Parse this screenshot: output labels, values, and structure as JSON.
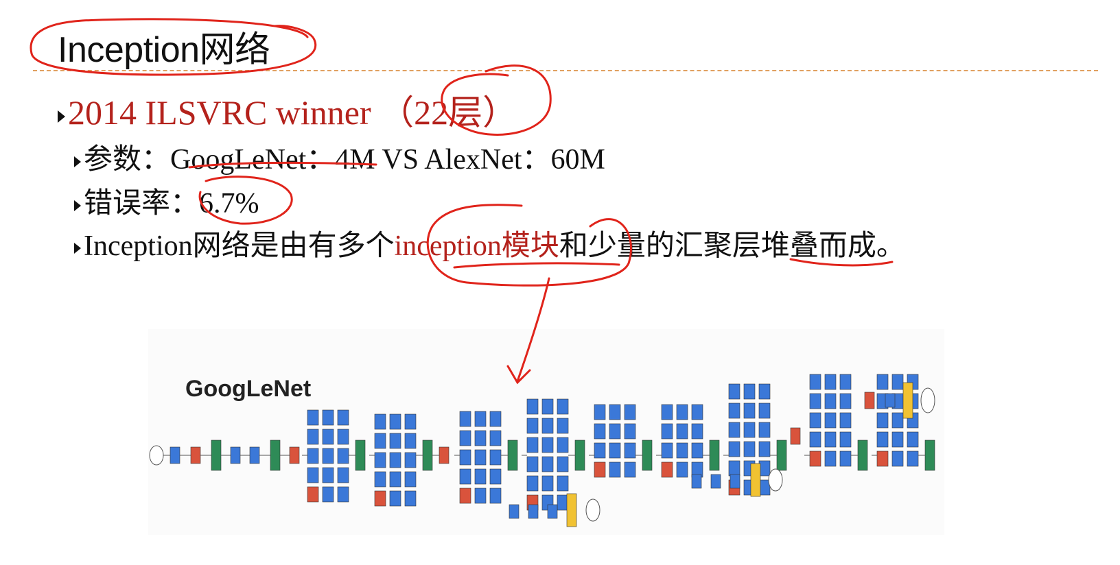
{
  "slide": {
    "title": "Inception网络"
  },
  "bullets": {
    "winner": {
      "main": "2014 ILSVRC winner ",
      "layers": "（22层）"
    },
    "params": {
      "label": "参数：",
      "googlenet": "GoogLeNet：",
      "rest": "4M VS AlexNet：60M"
    },
    "error": {
      "label": "错误率：",
      "value": "6.7%"
    },
    "composition": {
      "before": "Inception网络是由有多个",
      "highlight": "inception模块",
      "after": "和少量的汇聚层堆叠而成。"
    }
  },
  "diagram": {
    "label": "GoogLeNet"
  },
  "colors": {
    "conv": "#3b78d8",
    "pool": "#d9533c",
    "concat": "#2e8b57",
    "softmax": "#f1c232",
    "title_red": "#b4221c",
    "ink_red": "#e0241b"
  }
}
